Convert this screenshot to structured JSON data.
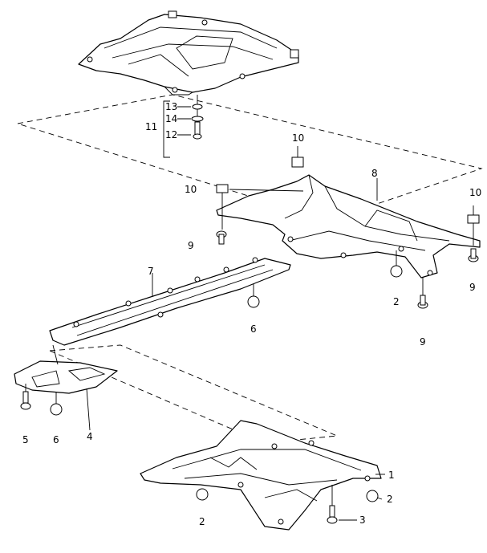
{
  "labels": {
    "l1": "1",
    "l2a": "2",
    "l2b": "2",
    "l2c": "2",
    "l3": "3",
    "l4": "4",
    "l5": "5",
    "l6a": "6",
    "l6b": "6",
    "l7": "7",
    "l8": "8",
    "l9a": "9",
    "l9b": "9",
    "l9c": "9",
    "l10a": "10",
    "l10b": "10",
    "l10c": "10",
    "l11": "11",
    "l12": "12",
    "l13": "13",
    "l14": "14"
  }
}
